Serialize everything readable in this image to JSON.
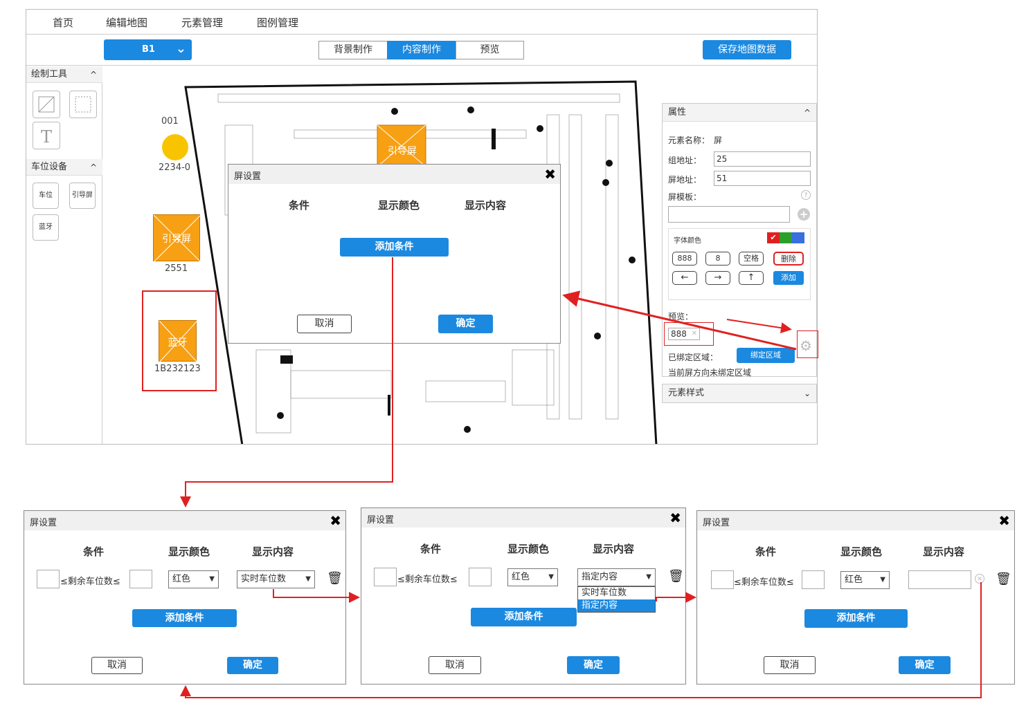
{
  "nav": [
    "首页",
    "编辑地图",
    "元素管理",
    "图例管理"
  ],
  "floor": "B1",
  "modes": [
    "背景制作",
    "内容制作",
    "预览"
  ],
  "save_label": "保存地图数据",
  "left": {
    "draw_tools": "绘制工具",
    "parking_devices": "车位设备",
    "devices": [
      "车位",
      "引导屏",
      "蓝牙"
    ]
  },
  "map_markers": {
    "m1_top": "001",
    "m1_bottom": "2234-0",
    "screen_label": "引导屏",
    "screen_id": "2551",
    "bt_label": "蓝牙",
    "bt_id": "1B232123",
    "screen2_label": "引导屏"
  },
  "props": {
    "title": "属性",
    "name_label": "元素名称：",
    "name_value": "屏",
    "group_label": "组地址：",
    "group_value": "25",
    "screen_label": "屏地址：",
    "screen_value": "51",
    "template_label": "屏模板：",
    "font_color": "字体颜色",
    "keys": [
      "888",
      "8",
      "空格",
      "删除"
    ],
    "arrows": [
      "←",
      "→",
      "↑"
    ],
    "add": "添加",
    "preview_label": "预览：",
    "preview_value": "888",
    "bound_label": "已绑定区域：",
    "bind_button": "绑定区域",
    "unbound_note": "当前屏方向未绑定区域",
    "style_title": "元素样式"
  },
  "main_dialog": {
    "title": "屏设置",
    "col_condition": "条件",
    "col_color": "显示颜色",
    "col_content": "显示内容",
    "add_condition": "添加条件",
    "cancel": "取消",
    "ok": "确定"
  },
  "step_dialogs": [
    {
      "title": "屏设置",
      "col_condition": "条件",
      "col_color": "显示颜色",
      "col_content": "显示内容",
      "range_text": "≤剩余车位数≤",
      "color": "红色",
      "content": "实时车位数",
      "add_condition": "添加条件",
      "cancel": "取消",
      "ok": "确定"
    },
    {
      "title": "屏设置",
      "col_condition": "条件",
      "col_color": "显示颜色",
      "col_content": "显示内容",
      "range_text": "≤剩余车位数≤",
      "color": "红色",
      "content": "指定内容",
      "options": [
        "实时车位数",
        "指定内容"
      ],
      "add_condition": "添加条件",
      "cancel": "取消",
      "ok": "确定"
    },
    {
      "title": "屏设置",
      "col_condition": "条件",
      "col_color": "显示颜色",
      "col_content": "显示内容",
      "range_text": "≤剩余车位数≤",
      "color": "红色",
      "content": "",
      "add_condition": "添加条件",
      "cancel": "取消",
      "ok": "确定"
    }
  ],
  "colors": {
    "accent": "#1b89e0",
    "marker": "#f7a014",
    "annotation": "#e02020"
  }
}
